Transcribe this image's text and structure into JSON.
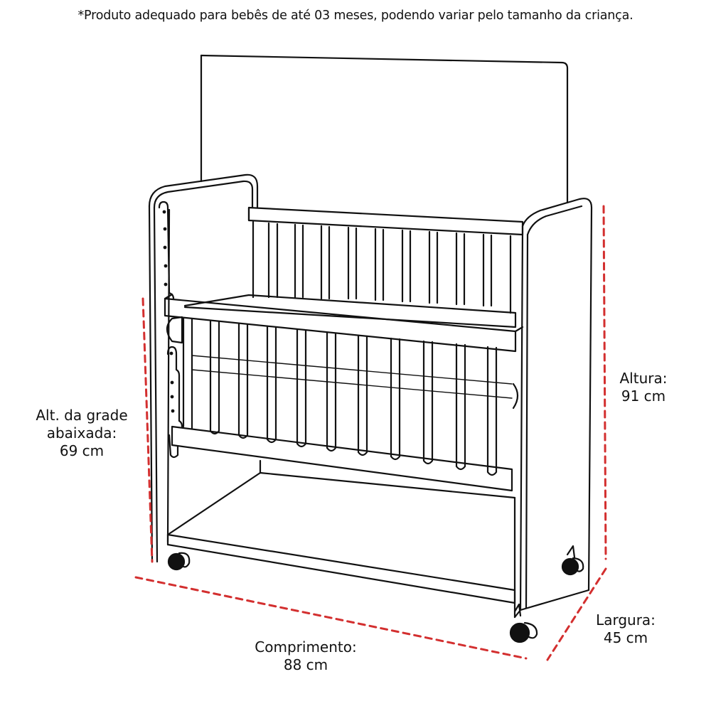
{
  "note": "*Produto adequado para bebês de até 03 meses, podendo variar pelo tamanho da criança.",
  "dimensions": {
    "grade": {
      "line1": "Alt. da grade",
      "line2": "abaixada:",
      "value": "69 cm"
    },
    "altura": {
      "label": "Altura:",
      "value": "91 cm"
    },
    "comprimento": {
      "label": "Comprimento:",
      "value": "88 cm"
    },
    "largura": {
      "label": "Largura:",
      "value": "45 cm"
    }
  },
  "colors": {
    "dimension_line": "#d32f2f",
    "outline": "#111111",
    "wheel": "#111111",
    "background": "#ffffff"
  },
  "icons": {
    "product": "crib-line-drawing",
    "dimension_markers": "dashed-measurement-line"
  }
}
